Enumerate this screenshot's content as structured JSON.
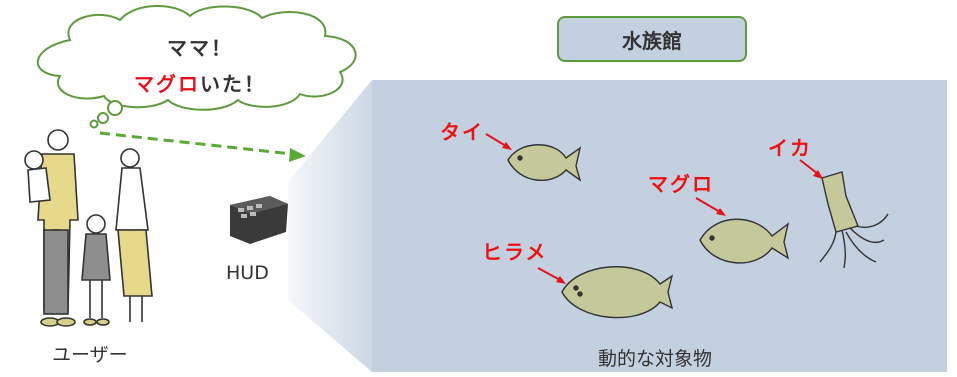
{
  "speech": {
    "line1": "ママ！",
    "line2_highlight": "マグロ",
    "line2_rest": "いた！"
  },
  "aquarium_label": "水族館",
  "device_label": "HUD",
  "user_label": "ユーザー",
  "tank_caption": "動的な対象物",
  "fish_labels": {
    "tai": "タイ",
    "maguro": "マグロ",
    "ika": "イカ",
    "hirame": "ヒラメ"
  },
  "colors": {
    "tank": "#c3d0df",
    "accent_green": "#5c9c3c",
    "highlight_red": "#e8101a",
    "fish_fill": "#c5c99a"
  }
}
